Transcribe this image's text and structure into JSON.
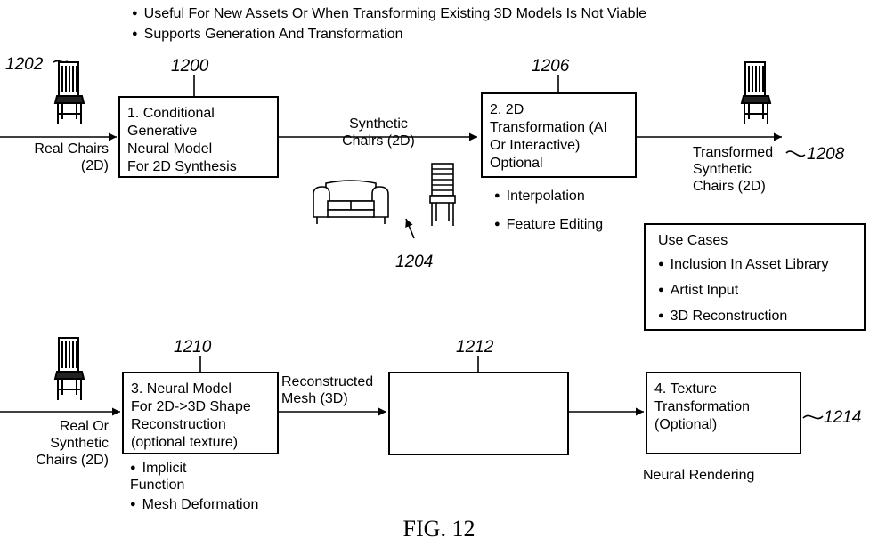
{
  "top_bullets": [
    "Useful For New Assets Or When Transforming Existing 3D Models Is Not Viable",
    "Supports Generation And Transformation"
  ],
  "refs": {
    "r1200": "1200",
    "r1202": "1202",
    "r1204": "1204",
    "r1206": "1206",
    "r1208": "1208",
    "r1210": "1210",
    "r1212": "1212",
    "r1214": "1214"
  },
  "boxes": {
    "box1": "1. Conditional\nGenerative\nNeural Model\nFor 2D Synthesis",
    "box2": "2. 2D\nTransformation (AI\nOr Interactive)\nOptional",
    "box3": "3. Neural Model\nFor 2D->3D Shape\nReconstruction\n(optional texture)",
    "box4": "4. Texture\nTransformation\n(Optional)"
  },
  "labels": {
    "real_chairs": "Real Chairs\n(2D)",
    "synthetic_chairs": "Synthetic\nChairs (2D)",
    "transformed": "Transformed\nSynthetic\nChairs (2D)",
    "real_or_synthetic": "Real Or\nSynthetic\nChairs (2D)",
    "reconstructed_mesh": "Reconstructed\nMesh (3D)",
    "neural_rendering": "Neural Rendering"
  },
  "box2_bullets": [
    "Interpolation",
    "Feature Editing"
  ],
  "box3_bullets": [
    "Implicit\nFunction",
    "Mesh Deformation"
  ],
  "use_cases": {
    "title": "Use Cases",
    "items": [
      "Inclusion In Asset Library",
      "Artist Input",
      "3D Reconstruction"
    ]
  },
  "figure_label": "FIG. 12",
  "icons": [
    "chair-icon",
    "sofa-icon"
  ]
}
